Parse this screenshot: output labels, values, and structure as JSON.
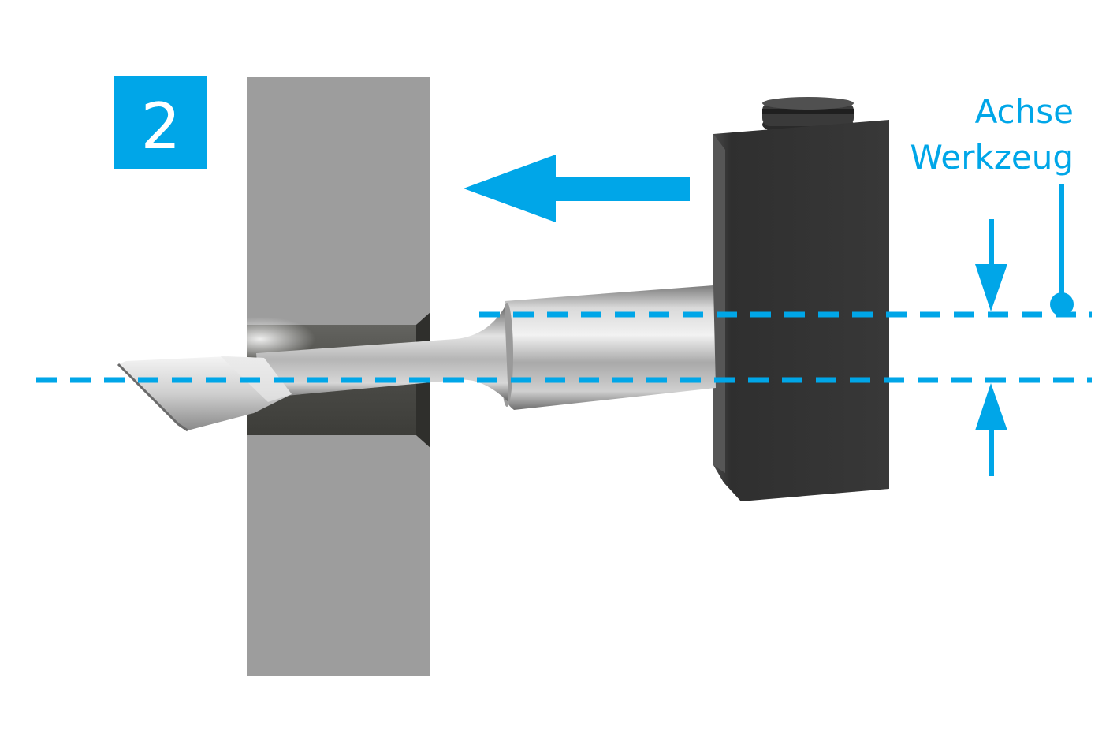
{
  "step": {
    "number": "2"
  },
  "labels": {
    "axis_line1": "Achse",
    "axis_line2": "Werkzeug"
  },
  "colors": {
    "accent": "#00a6e8",
    "workpiece": "#9d9d9d",
    "bore": "#5a5a5a",
    "holder": "#333333",
    "tool_steel": "#c8c8c8"
  },
  "icons": {
    "feed_direction": "arrow-left-icon",
    "offset_marker_top": "arrow-down-icon",
    "offset_marker_bottom": "arrow-up-icon"
  }
}
